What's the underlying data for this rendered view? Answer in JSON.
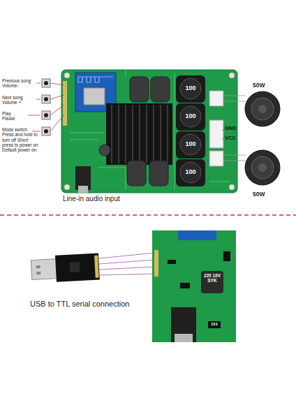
{
  "diagram": {
    "labels": [
      "Previous song Volume-",
      "Next song Volume +",
      "Play Pause",
      "Mode switch Press and hold to turn off Short press to power on Default power on",
      "50W",
      "GND",
      "VCC",
      "50W",
      "Line-in audio input",
      "100",
      "100",
      "100",
      "100",
      "USB to TTL serial connection",
      "220 10V SYK",
      "151"
    ]
  }
}
